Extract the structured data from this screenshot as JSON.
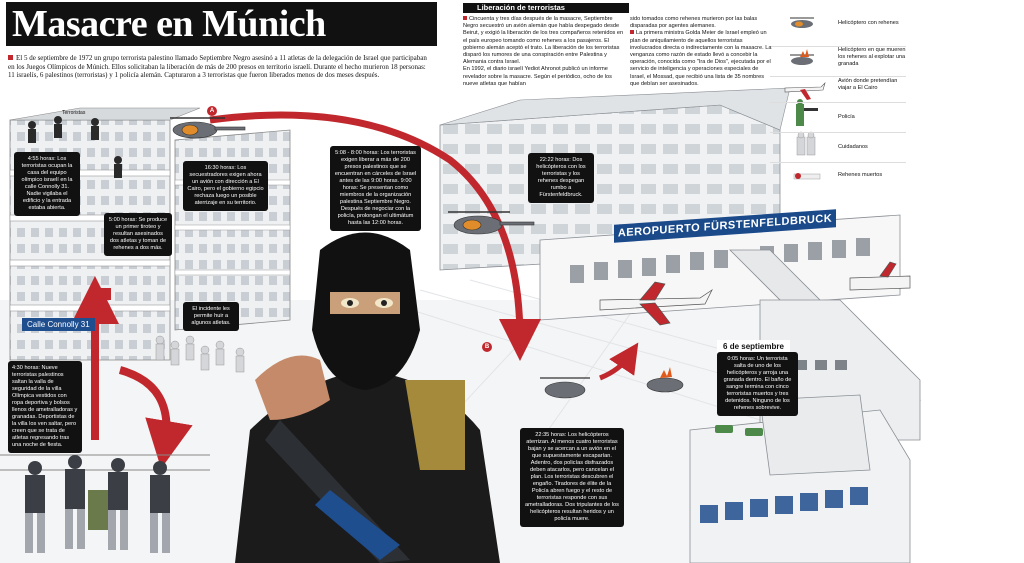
{
  "title": "Masacre en Múnich",
  "intro": "El 5 de septiembre de 1972 un grupo terrorista palestino llamado Septiembre Negro asesinó a 11 atletas de la delegación de Israel que participaban en los Juegos Olímpicos de Múnich. Ellos solicitaban la liberación de más de 200 presos en territorio israelí. Durante el hecho murieron 18 personas: 11 israelís, 6 palestinos (terroristas) y 1 policía alemán. Capturaron a 3 terroristas que fueron liberados menos de dos meses después.",
  "article": {
    "heading": "Liberación de terroristas",
    "col1_p1": "Cincuenta y tres días después de la masacre, Septiembre Negro secuestró un avión alemán que había despegado desde Beirut, y exigió la liberación de los tres compañeros retenidos en el país europeo tomando como rehenes a los pasajeros. El gobierno alemán aceptó el trato. La liberación de los terroristas disparó los rumores de una conspiración entre Palestina y Alemania contra Israel.",
    "col1_p2": "En 1992, el diario israelí Yediot Ahronot publicó un informe revelador sobre la masacre. Según el periódico, ocho de los nueve atletas que habían",
    "col2_p1": "sido tomados como rehenes murieron por las balas disparadas por agentes alemanes.",
    "col2_p2": "La primera ministra Golda Meier de Israel empleó un plan de aniquilamiento de aquellos terroristas involucrados directa o indirectamente con la masacre. La venganza como razón de estado llevó a concebir la operación, conocida como \"Ira de Dios\", ejecutada por el servicio de inteligencia y operaciones especiales de Israel, el Mossad, que recibió una lista de 35 nombres que debían ser asesinados."
  },
  "legend": [
    {
      "icon": "helicopter-hostages-icon",
      "label": "Helicóptero con rehenes"
    },
    {
      "icon": "helicopter-grenade-icon",
      "label": "Helicóptero en que mueren los rehenes al explotar una granada"
    },
    {
      "icon": "airplane-icon",
      "label": "Avión donde pretendían viajar a El Cairo"
    },
    {
      "icon": "police-icon",
      "label": "Policía"
    },
    {
      "icon": "caretakers-icon",
      "label": "Cuidadanos"
    },
    {
      "icon": "dead-hostages-icon",
      "label": "Rehenes muertos"
    }
  ],
  "labels": {
    "terroristas": "Terroristas",
    "street": "Calle Connolly 31",
    "airport": "AEROPUERTO FÜRSTENFELDBRUCK",
    "date": "6 de septiembre",
    "marker_a": "A",
    "marker_b": "B"
  },
  "callouts": {
    "c1": "4:55 horas: Los terroristas ocupan la casa del equipo olímpico israelí en la calle Connolly 31. Nadie vigilaba el edificio y la entrada estaba abierta.",
    "c2": "16:30 horas: Los secuestradores exigen ahora un avión con dirección a El Cairo, pero el gobierno egipcio rechaza luego un posible aterrizaje en su territorio.",
    "c3": "5:00 horas: Se produce un primer tiroteo y resultan asesinados dos atletas y toman de rehenes a dos más.",
    "c4": "5:08 - 8:00 horas: Los terroristas exigen liberar a más de 200 presos palestinos que se encuentran en cárceles de Israel antes de las 9:00 horas. 9:00 horas: Se presentan como miembros de la organización palestina Septiembre Negro. Después de negociar con la policía, prolongan el ultimátum hasta las 12:00 horas.",
    "c5": "22:22 horas: Dos helicópteros con los terroristas y los rehenes despegan rumbo a Fürstenfeldbruck.",
    "c6": "El incidente les permite huir a algunos atletas.",
    "c7": "4:30 horas: Nueve terroristas palestinos saltan la valla de seguridad de la villa Olímpica vestidos con ropa deportiva y bolsos llenos de ametralladoras y granadas. Deportistas de la villa los ven saltar, pero creen que se trata de atletas regresando tras una noche de fiesta.",
    "c8": "22:35 horas: Los helicópteros aterrizan. Al menos cuatro terroristas bajan y se acercan a un avión en el que supuestamente escaparían. Adentro, dos policías disfrazados deben atacarlos, pero cancelan el plan. Los terroristas descubren el engaño. Tiradores de élite de la Policía abren fuego y el resto de terroristas responde con sus ametralladoras. Dos tripulantes de los helicópteros resultan heridos y un policía muere.",
    "c9": "0:05 horas: Un terrorista salta de uno de los helicópteros y arroja una granada dentro. El baño de sangre termina con cinco terroristas muertos y tres detenidos. Ninguno de los rehenes sobrevive."
  },
  "colors": {
    "accent_red": "#c0282d",
    "navy": "#1b4a8a",
    "ink": "#111111"
  }
}
